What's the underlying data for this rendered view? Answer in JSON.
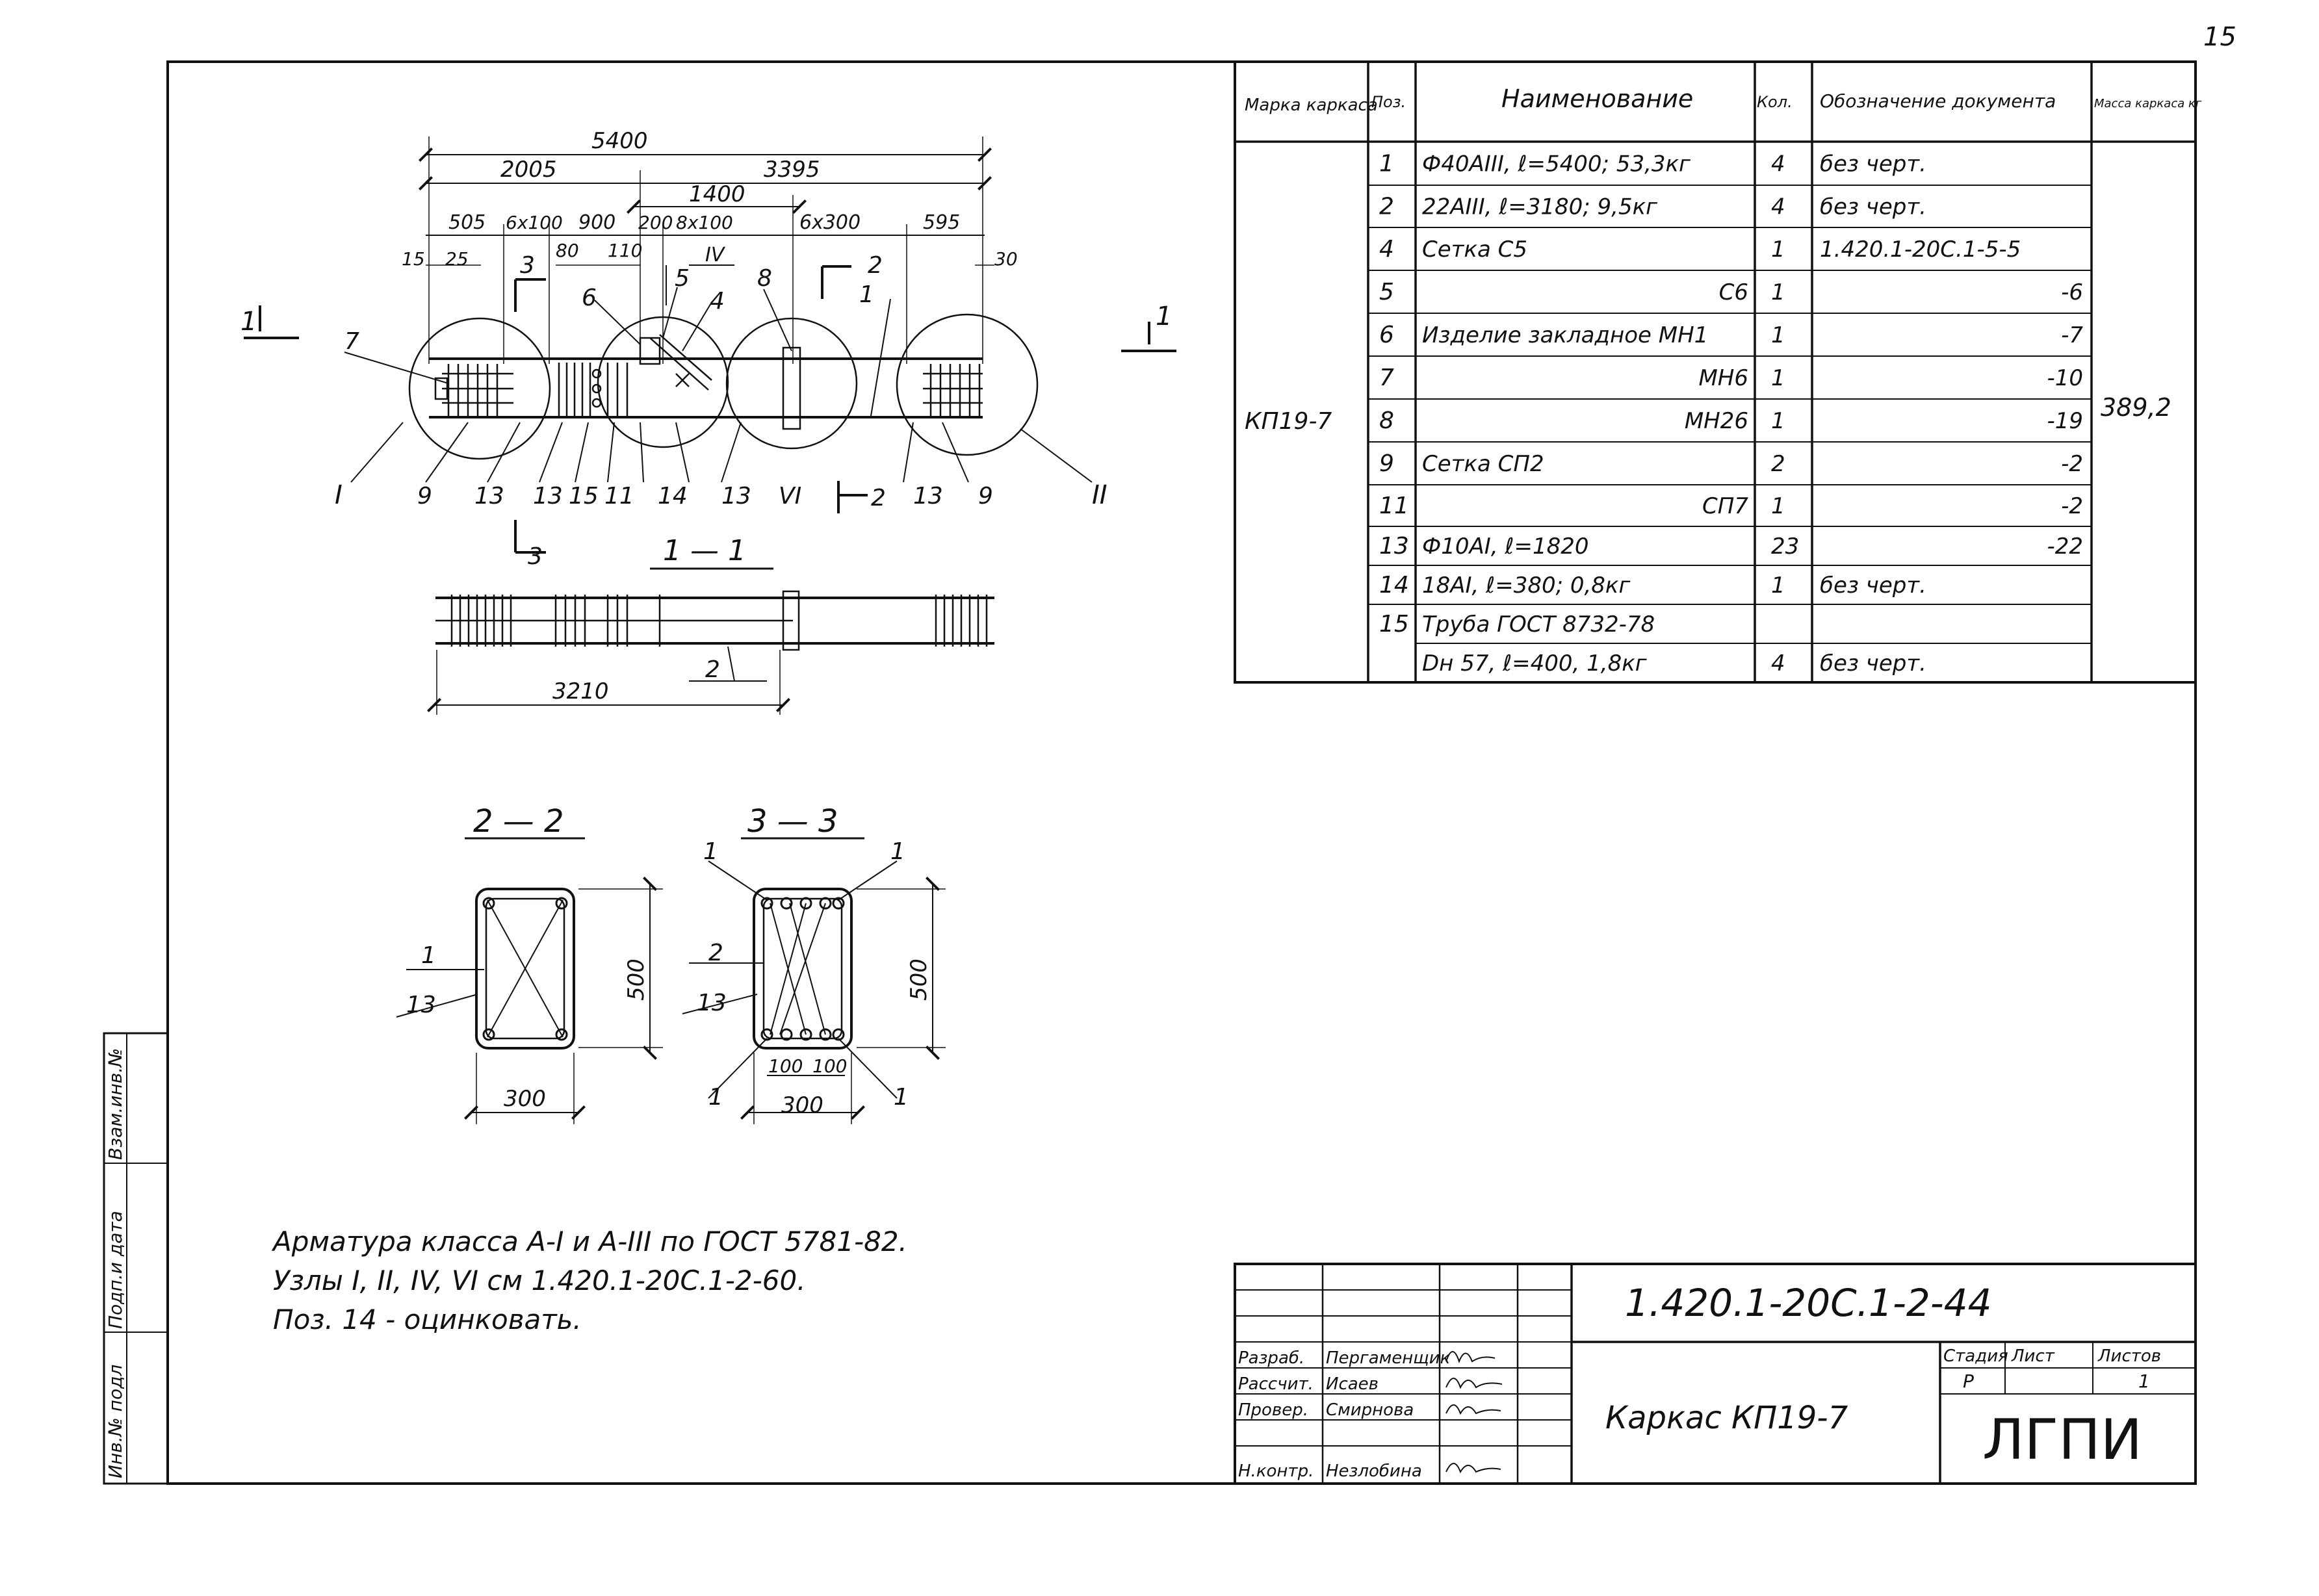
{
  "sheet": {
    "number": "15",
    "side_labels": [
      "Инв.№ подл",
      "Подп.и дата",
      "Взам.инв.№"
    ]
  },
  "elevation": {
    "dims_top": {
      "overall": "5400",
      "left": "2005",
      "right": "3395",
      "middle": "1400",
      "d505": "505",
      "d6x100a": "6x100",
      "d900": "900",
      "d200": "200",
      "d8x100": "8x100",
      "d6x300": "6x300",
      "d595": "595",
      "d15": "15",
      "d25": "25",
      "d80": "80",
      "d110": "110",
      "d30": "30"
    },
    "callouts_top": [
      "3",
      "IV",
      "6",
      "5",
      "4",
      "8",
      "2",
      "1",
      "7"
    ],
    "callouts_bottom": [
      "I",
      "9",
      "13",
      "13",
      "15",
      "11",
      "14",
      "13",
      "VI",
      "2",
      "13",
      "9",
      "II",
      "3"
    ],
    "section_marks": [
      "1",
      "1"
    ]
  },
  "section_1_1": {
    "title": "1 — 1",
    "dim": "3210",
    "callout": "2"
  },
  "section_2_2": {
    "title": "2 — 2",
    "height": "500",
    "width": "300",
    "callouts": [
      "1",
      "13"
    ]
  },
  "section_3_3": {
    "title": "3 — 3",
    "height": "500",
    "width": "300",
    "spacing_a": "100",
    "spacing_b": "100",
    "callouts": [
      "1",
      "1",
      "2",
      "13",
      "1",
      "1"
    ]
  },
  "notes": [
    "Арматура класса А-I и А-III по ГОСТ 5781-82.",
    "Узлы I, II, IV, VI см 1.420.1-20С.1-2-60.",
    "Поз. 14 - оцинковать."
  ],
  "spec_table": {
    "headers": [
      "Марка каркаса",
      "Поз.",
      "Наименование",
      "Кол.",
      "Обозначение документа",
      "Масса каркаса кг"
    ],
    "mark": "КП19-7",
    "mass": "389,2",
    "rows": [
      [
        "1",
        "Ф40АIII, ℓ=5400; 53,3кг",
        "4",
        "без черт."
      ],
      [
        "2",
        "22АIII, ℓ=3180; 9,5кг",
        "4",
        "без черт."
      ],
      [
        "4",
        "Сетка С5",
        "1",
        "1.420.1-20С.1-5-5"
      ],
      [
        "5",
        "С6",
        "1",
        "-6"
      ],
      [
        "6",
        "Изделие закладное МН1",
        "1",
        "-7"
      ],
      [
        "7",
        "МН6",
        "1",
        "-10"
      ],
      [
        "8",
        "МН26",
        "1",
        "-19"
      ],
      [
        "9",
        "Сетка СП2",
        "2",
        "-2"
      ],
      [
        "11",
        "СП7",
        "1",
        "-2"
      ],
      [
        "13",
        "Ф10АI, ℓ=1820",
        "23",
        "-22"
      ],
      [
        "14",
        "18АI, ℓ=380; 0,8кг",
        "1",
        "без черт."
      ],
      [
        "15",
        "Труба ГОСТ 8732-78",
        "",
        ""
      ],
      [
        "",
        "Dн 57, ℓ=400, 1,8кг",
        "4",
        "без черт."
      ]
    ]
  },
  "title_block": {
    "doc_code": "1.420.1-20С.1-2-44",
    "title": "Каркас КП19-7",
    "org": "ЛГПИ",
    "stage_label": "Стадия",
    "sheet_label": "Лист",
    "sheets_label": "Листов",
    "stage": "Р",
    "sheet": "",
    "sheets": "1",
    "roles": [
      {
        "role": "Разраб.",
        "name": "Пергаменщик"
      },
      {
        "role": "Рассчит.",
        "name": "Исаев"
      },
      {
        "role": "Провер.",
        "name": "Смирнова"
      },
      {
        "role": "Н.контр.",
        "name": "Незлобина"
      }
    ]
  }
}
